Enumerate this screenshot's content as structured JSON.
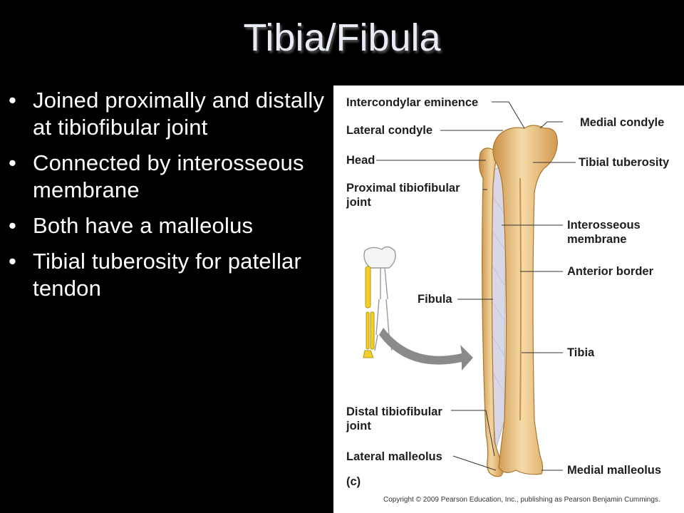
{
  "slide": {
    "title": "Tibia/Fibula",
    "bullets": [
      "Joined proximally and distally at tibiofibular joint",
      "Connected by interosseous membrane",
      "Both have a malleolus",
      "Tibial tuberosity for patellar tendon"
    ],
    "bullet_glyph": "•"
  },
  "figure": {
    "labels": {
      "intercondylar_eminence": "Intercondylar eminence",
      "lateral_condyle": "Lateral condyle",
      "head": "Head",
      "proximal_tibiofibular_joint": "Proximal tibiofibular joint",
      "fibula": "Fibula",
      "distal_tibiofibular_joint": "Distal tibiofibular joint",
      "lateral_malleolus": "Lateral malleolus",
      "medial_condyle": "Medial condyle",
      "tibial_tuberosity": "Tibial tuberosity",
      "interosseous_membrane": "Interosseous membrane",
      "anterior_border": "Anterior border",
      "tibia": "Tibia",
      "medial_malleolus": "Medial malleolus",
      "panel_letter": "(c)"
    },
    "copyright": "Copyright © 2009 Pearson Education, Inc., publishing as Pearson Benjamin Cummings.",
    "colors": {
      "bone": "#e3b36b",
      "bone_highlight": "#f6dba8",
      "membrane": "#d9d6e6",
      "highlighted_leg": "#f2cf2a",
      "arrow": "#8a8a8a"
    }
  }
}
